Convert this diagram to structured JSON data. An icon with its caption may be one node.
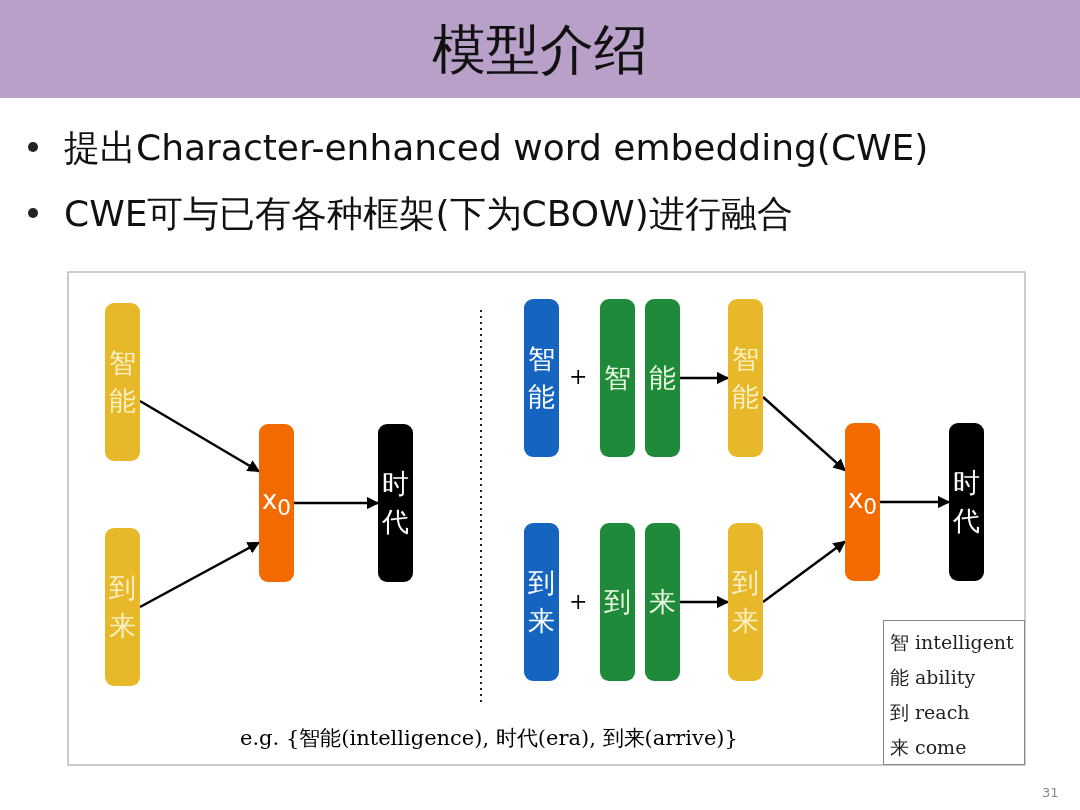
{
  "diagram": {
    "title": "模型介绍",
    "nodes": [
      {
        "text": [
          "智能"
        ]
      },
      {
        "text": [
          "到来"
        ]
      },
      {
        "text": [
          "x$_{0}$"
        ]
      },
      {
        "text": [
          "时代"
        ]
      },
      {
        "text": [
          "智能"
        ]
      },
      {
        "text": [
          "智"
        ]
      },
      {
        "text": [
          "能"
        ]
      },
      {
        "text": [
          "智能"
        ]
      },
      {
        "text": [
          "到来"
        ]
      },
      {
        "text": [
          "到"
        ]
      },
      {
        "text": [
          "来"
        ]
      },
      {
        "text": [
          "到来"
        ]
      },
      {
        "text": [
          "x$_{0}$"
        ]
      },
      {
        "text": [
          "时代"
        ]
      },
      {
        "text": [
          "智 intelligent",
          "能 ability",
          "到 reach",
          "来 come"
        ]
      }
    ],
    "edges": [
      {
        "from": 0,
        "to": 2,
        "arrow": "to"
      },
      {
        "from": 1,
        "to": 2,
        "arrow": "to"
      },
      {
        "from": 2,
        "to": 3,
        "arrow": "to"
      },
      {
        "from": 6,
        "to": 7,
        "arrow": "to"
      },
      {
        "from": 10,
        "to": 11,
        "arrow": "to"
      },
      {
        "from": 7,
        "to": 12,
        "arrow": "to"
      },
      {
        "from": 11,
        "to": 12,
        "arrow": "to"
      },
      {
        "from": 12,
        "to": 13,
        "arrow": "to"
      }
    ],
    "labels": [
      "提出Character-enhanced word embedding(CWE)",
      "CWE可与已有各种框架(下为CBOW)进行融合",
      "+",
      "+",
      "e.g. {智能(intelligence), 时代(era), 到来(arrive)}",
      "31"
    ]
  }
}
